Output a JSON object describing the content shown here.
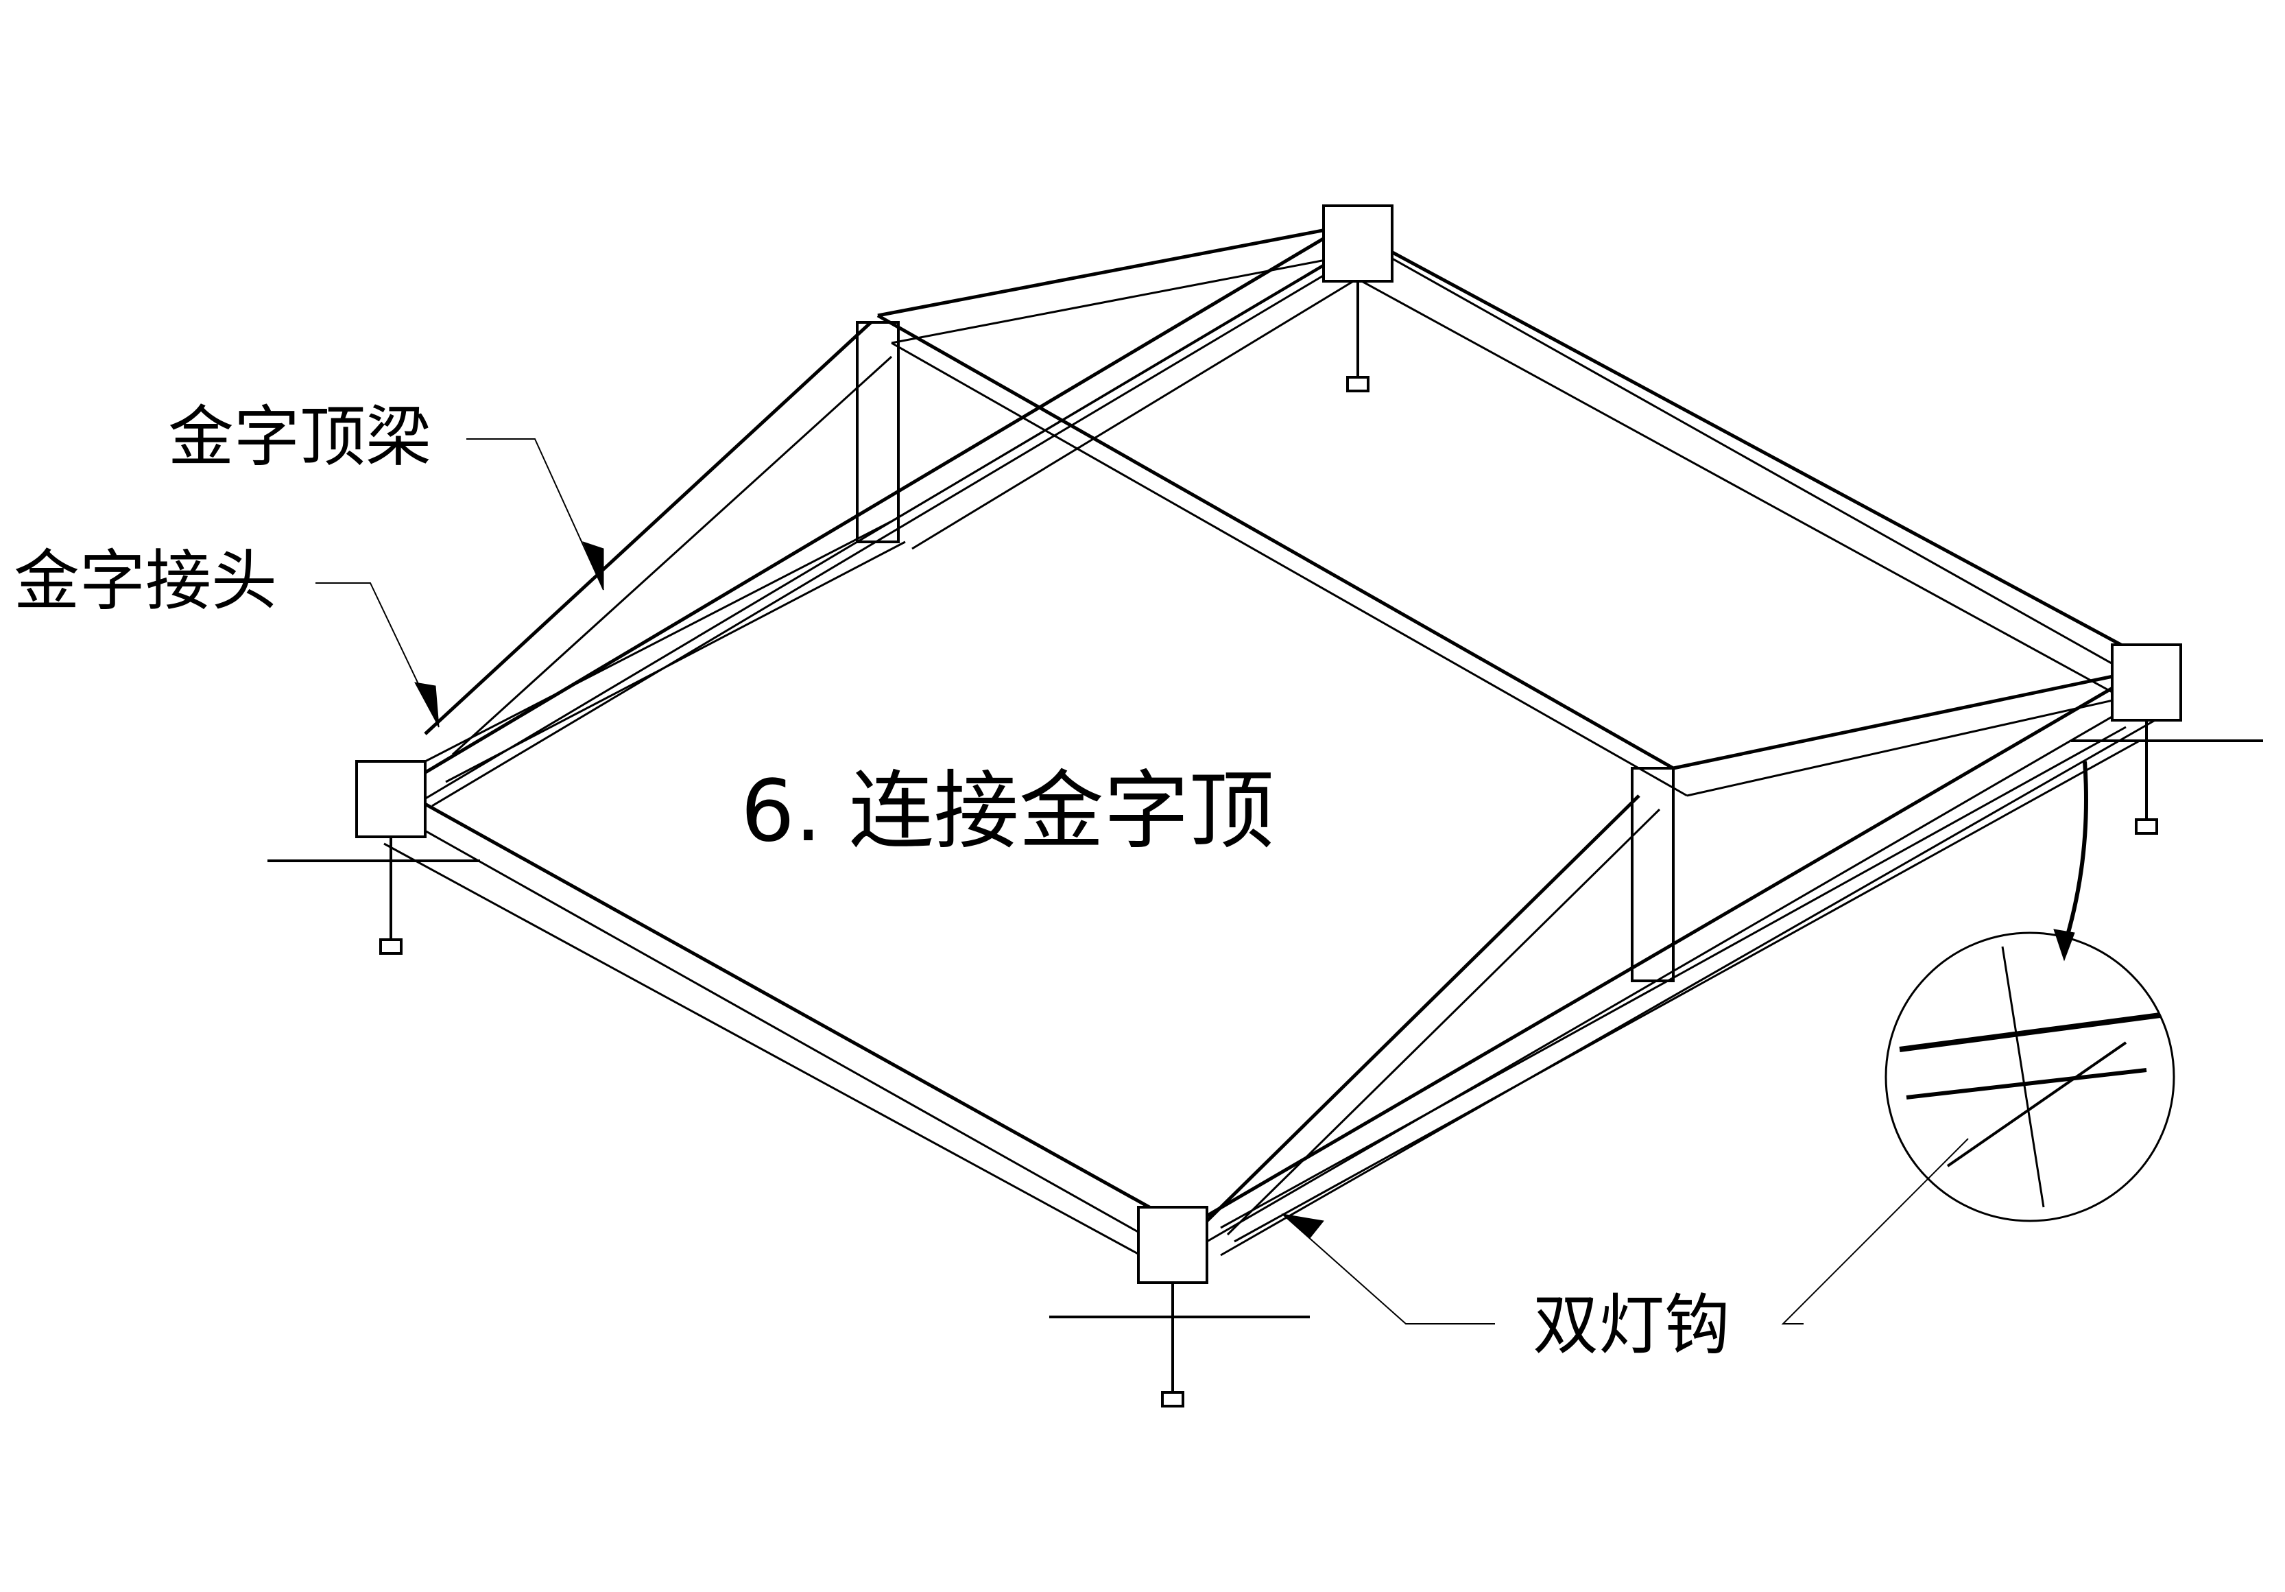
{
  "step_title": "6. 连接金字顶",
  "callouts": {
    "pyramid_beam": "金字顶梁",
    "pyramid_joint": "金字接头",
    "double_hook": "双灯钩"
  },
  "colors": {
    "ink": "#000000",
    "background": "#ffffff"
  }
}
